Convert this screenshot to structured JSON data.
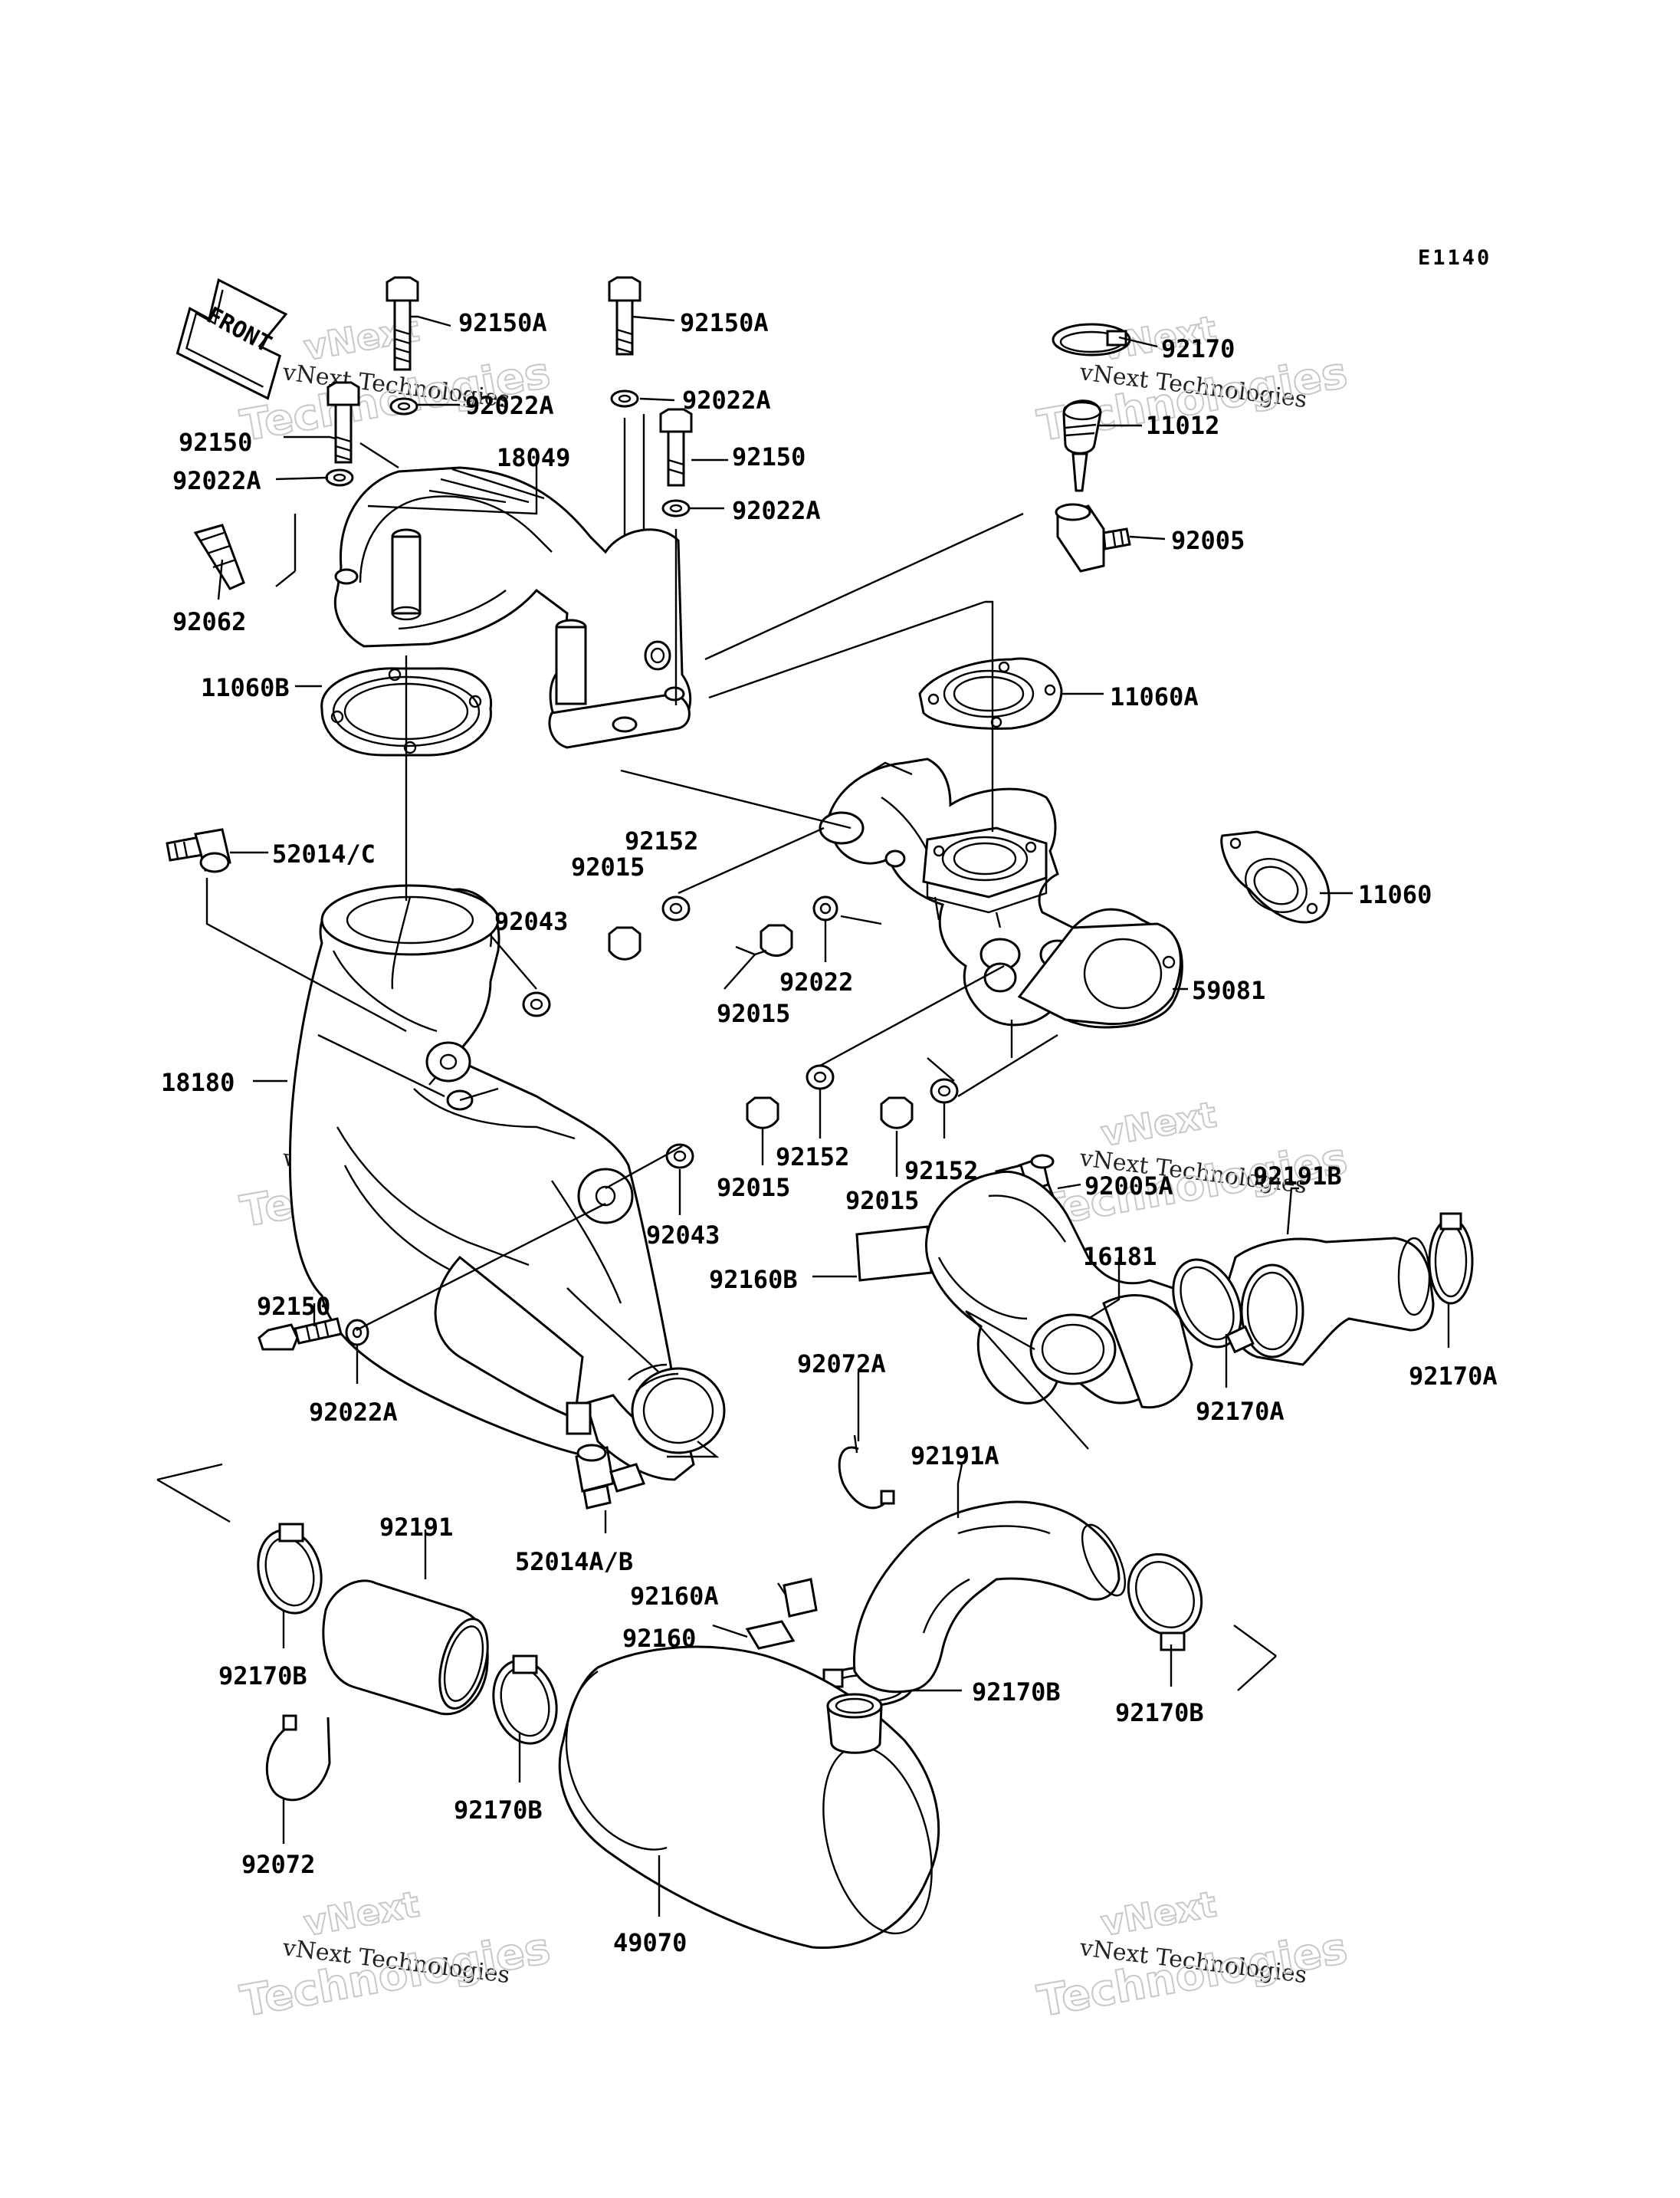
{
  "diagram": {
    "code": "E1140",
    "front_label": "FRONT",
    "watermark": {
      "line1": "vNext",
      "line2": "vNext Technologies",
      "line3": "Technologies"
    },
    "labels": [
      "92150A",
      "92150A",
      "92170",
      "92022A",
      "92150",
      "92022A",
      "18049",
      "92022A",
      "92150",
      "11012",
      "92022A",
      "92005",
      "92062",
      "11060B",
      "11060A",
      "52014/C",
      "92152",
      "92015",
      "11060",
      "92043",
      "92022",
      "92015",
      "59081",
      "18180",
      "92005A",
      "92191B",
      "92152",
      "92152",
      "92015",
      "92015",
      "92043",
      "16181",
      "92160B",
      "92150",
      "92072A",
      "92170A",
      "92170A",
      "92022A",
      "92191A",
      "52014A/B",
      "92191",
      "92160A",
      "92160",
      "92170B",
      "92170B",
      "92170B",
      "92170B",
      "92072",
      "49070"
    ]
  }
}
